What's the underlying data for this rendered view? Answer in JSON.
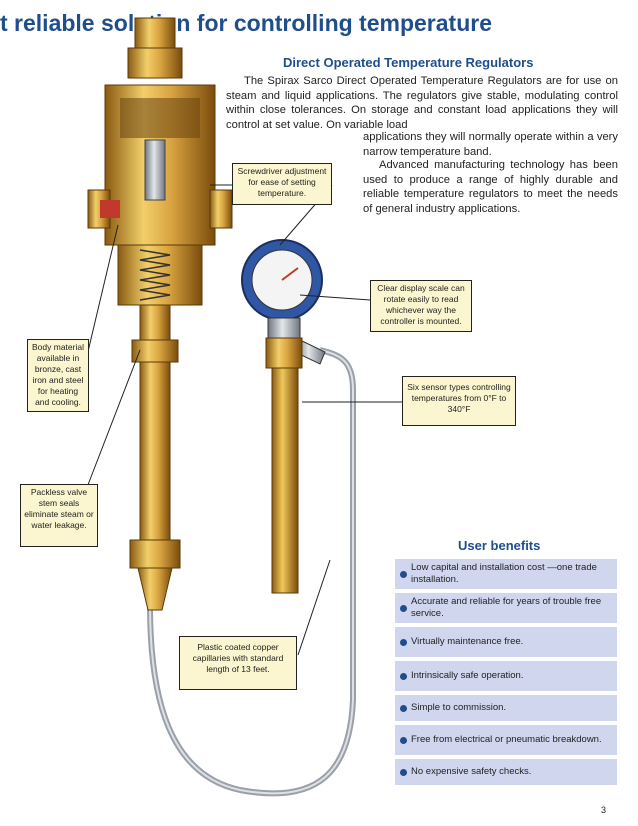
{
  "page": {
    "title": "t reliable solution for controlling temperature",
    "subheading": "Direct Operated Temperature Regulators",
    "intro": {
      "p1": "The Spirax Sarco Direct Operated Temperature Regulators are for use on steam and liquid applications. The regulators give stable, modulating control within close tolerances. On storage and constant load applications they will control at set value. On variable load",
      "p2": "applications they will normally operate within a very narrow temperature band.",
      "p3": "Advanced manufacturing technology has been used to produce a range of highly durable and reliable temperature regulators to meet the needs of general industry applications."
    },
    "page_number": "3"
  },
  "callouts": {
    "screwdriver": "Screwdriver adjustment for ease of setting temperature.",
    "display": "Clear display scale can rotate easily to read whichever way the controller is mounted.",
    "body_material": "Body material available in bronze, cast iron and steel for heating and cooling.",
    "sensors": "Six sensor types controlling temperatures from 0°F to 340°F",
    "packless": "Packless valve stem seals eliminate steam or water leakage.",
    "capillaries": "Plastic coated copper capillaries with standard length of 13 feet."
  },
  "benefits": {
    "title": "User benefits",
    "items": [
      "Low capital and installation cost —one trade installation.",
      "Accurate and reliable for years of trouble free service.",
      "Virtually maintenance free.",
      "Intrinsically safe operation.",
      "Simple to commission.",
      "Free from electrical or pneumatic breakdown.",
      "No expensive safety checks."
    ]
  },
  "colors": {
    "heading_blue": "#1f4e8c",
    "callout_fill": "#fbf6cf",
    "benefit_fill": "#cfd6ee",
    "brass": "#d9a441"
  }
}
